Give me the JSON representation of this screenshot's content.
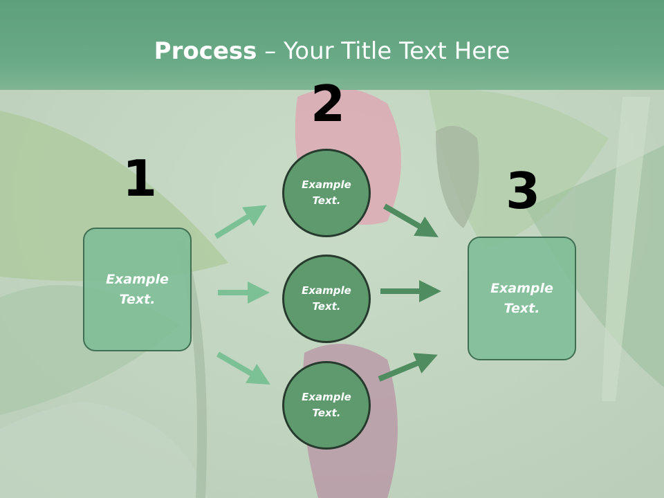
{
  "title": {
    "strong": "Process",
    "dash": " – ",
    "rest": "Your Title Text Here"
  },
  "steps": [
    {
      "number": "1",
      "box_text": [
        "Example",
        "Text."
      ]
    },
    {
      "number": "2",
      "circles": [
        {
          "text": [
            "Example",
            "Text."
          ]
        },
        {
          "text": [
            "Example",
            "Text."
          ]
        },
        {
          "text": [
            "Example",
            "Text."
          ]
        }
      ]
    },
    {
      "number": "3",
      "box_text": [
        "Example",
        "Text."
      ]
    }
  ],
  "colors": {
    "title_band": "#6aaa86",
    "box_fill": "#80be98",
    "circle_fill": "#5f9a6e",
    "arrow_light": "#7cc196",
    "arrow_dark": "#4f8c5f"
  }
}
